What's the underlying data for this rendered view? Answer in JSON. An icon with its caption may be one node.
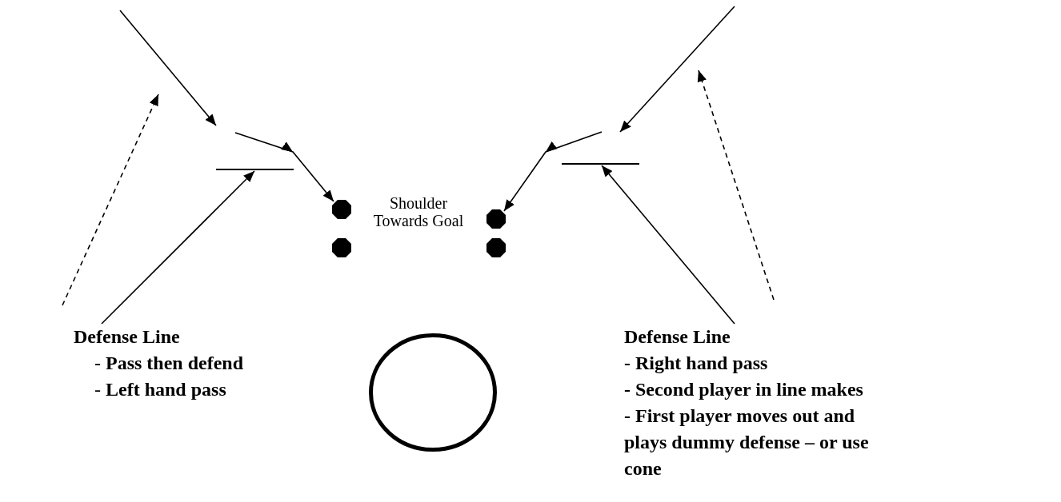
{
  "diagram": {
    "nodes": [
      {
        "text": [],
        "shape": "bar"
      },
      {
        "text": [],
        "shape": "bar"
      },
      {
        "text": [],
        "shape": "octagon"
      },
      {
        "text": [],
        "shape": "octagon"
      },
      {
        "text": [],
        "shape": "octagon"
      },
      {
        "text": [],
        "shape": "octagon"
      },
      {
        "text": [
          "Defense Line",
          "- **Pass then defend**",
          "- **Left hand pass**"
        ]
      },
      {
        "text": [],
        "shape": "circle"
      },
      {
        "text": [
          "Defense Line",
          "- Right hand pass",
          "- Second player in line makes",
          "- First player moves out and plays dummy defense – or use cone"
        ]
      }
    ],
    "edges": [
      {
        "from": 6,
        "to": 0,
        "arrow": "to"
      },
      {
        "from": 8,
        "to": 1,
        "arrow": "to"
      },
      {
        "from": null,
        "to": 2,
        "arrow": "to"
      },
      {
        "from": null,
        "to": 4,
        "arrow": "to"
      }
    ],
    "labels": [
      "Shoulder Towards Goal"
    ]
  }
}
